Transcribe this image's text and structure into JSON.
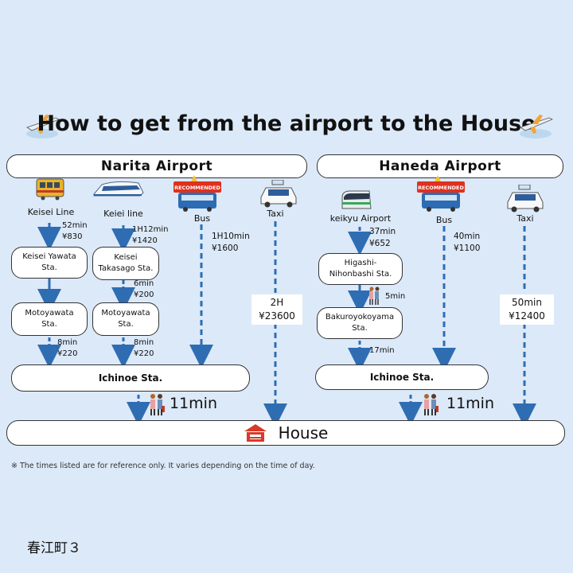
{
  "title": "How to get from the airport to the House",
  "narita": {
    "name": "Narita Airport",
    "keisei_line": {
      "label": "Keisei Line",
      "seg1": [
        "52min",
        "¥830"
      ],
      "station1": "Keisei Yawata\nSta.",
      "station2": "Motoyawata\nSta.",
      "seg2": [
        "8min",
        "¥220"
      ]
    },
    "keiei_line": {
      "label": "Keiei  line",
      "seg1": [
        "1H12min",
        "¥1420"
      ],
      "station1": "Keisei\nTakasago Sta.",
      "seg_mid": [
        "6min",
        "¥200"
      ],
      "station2": "Motoyawata\nSta.",
      "seg2": [
        "8min",
        "¥220"
      ]
    },
    "bus": {
      "label": "Bus",
      "badge": "RECOMMENDED",
      "seg": [
        "1H10min",
        "¥1600"
      ]
    },
    "taxi": {
      "label": "Taxi",
      "time": "2H",
      "fare": "¥23600"
    },
    "hub": "Ichinoe  Sta.",
    "walk": "11min"
  },
  "haneda": {
    "name": "Haneda Airport",
    "keikyu": {
      "label": "keikyu Airport",
      "seg1": [
        "37min",
        "¥652"
      ],
      "station1": "Higashi-\nNihonbashi  Sta.",
      "walk": "5min",
      "station2": "Bakuroyokoyama\nSta.",
      "seg2": "17min"
    },
    "bus": {
      "label": "Bus",
      "badge": "RECOMMENDED",
      "seg": [
        "40min",
        "¥1100"
      ]
    },
    "taxi": {
      "label": "Taxi",
      "time": "50min",
      "fare": "¥12400"
    },
    "hub": "Ichinoe  Sta.",
    "walk": "11min"
  },
  "house": "House",
  "note": "※ The times listed are for reference only. It varies depending on the time of day.",
  "footer": "春江町３",
  "colors": {
    "arrow": "#2f6db3",
    "badge": "#e0301e",
    "house_icon": "#d83a2a"
  }
}
